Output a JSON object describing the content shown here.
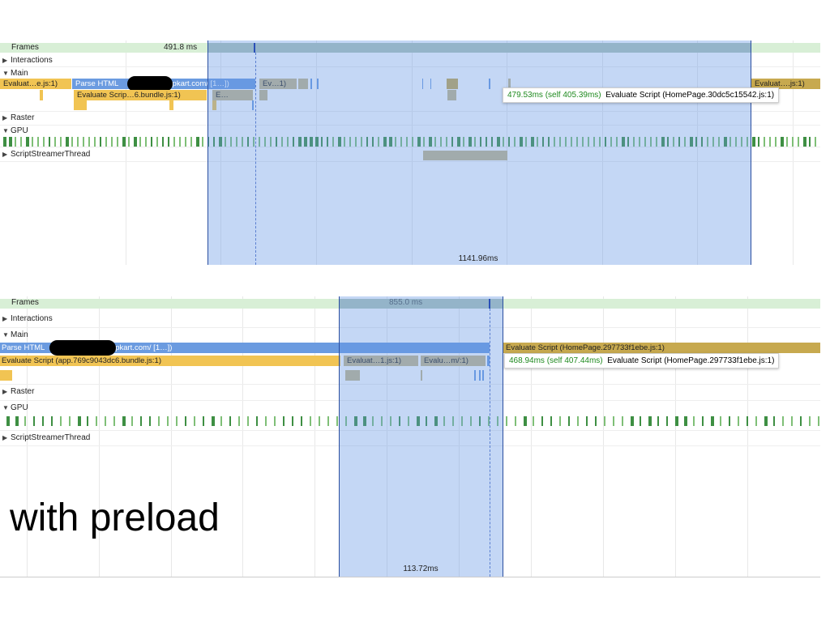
{
  "panel1": {
    "frames_label": "Frames",
    "frames_value": "491.8 ms",
    "tracks": [
      {
        "label": "Interactions",
        "expanded": false
      },
      {
        "label": "Main",
        "expanded": true
      },
      {
        "label": "Raster",
        "expanded": false
      },
      {
        "label": "GPU",
        "expanded": true
      },
      {
        "label": "ScriptStreamerThread",
        "expanded": false
      }
    ],
    "events": {
      "eval_left": "Evaluat…e.js:1)",
      "parse_html_prefix": "Parse HTML",
      "parse_html_suffix": "lipkart.com/ [1…])",
      "ev_short": "Ev…1)",
      "eval_right": "Evaluat….js:1)",
      "eval_bundle": "Evaluate Scrip…6.bundle.js:1)",
      "e_short": "E…"
    },
    "tooltip_time": "479.53ms (self 405.39ms)",
    "tooltip_label": "Evaluate Script (HomePage.30dc5c15542.js:1)",
    "selection_duration": "1141.96ms"
  },
  "panel2": {
    "frames_label": "Frames",
    "frames_value": "855.0 ms",
    "tracks": [
      {
        "label": "Interactions",
        "expanded": false
      },
      {
        "label": "Main",
        "expanded": true
      },
      {
        "label": "Raster",
        "expanded": false
      },
      {
        "label": "GPU",
        "expanded": true
      },
      {
        "label": "ScriptStreamerThread",
        "expanded": false
      }
    ],
    "events": {
      "parse_html_prefix": "Parse HTML",
      "parse_html_suffix": "flipkart.com/ [1…])",
      "eval_app": "Evaluate Script (app.769c9043dc6.bundle.js:1)",
      "eval_homepage": "Evaluate Script (HomePage.297733f1ebe.js:1)",
      "evaluat_short": "Evaluat…1.js:1)",
      "evalu_short": "Evalu…m/:1)"
    },
    "tooltip_time": "468.94ms (self 407.44ms)",
    "tooltip_label": "Evaluate Script (HomePage.297733f1ebe.js:1)",
    "selection_duration": "113.72ms"
  },
  "caption": "with preload",
  "colors": {
    "selection": "#6496e6",
    "parse_html": "#6b9be0",
    "evaluate_script": "#f1c453",
    "gpu": "#7fbf77",
    "frames": "#d8efd6"
  }
}
